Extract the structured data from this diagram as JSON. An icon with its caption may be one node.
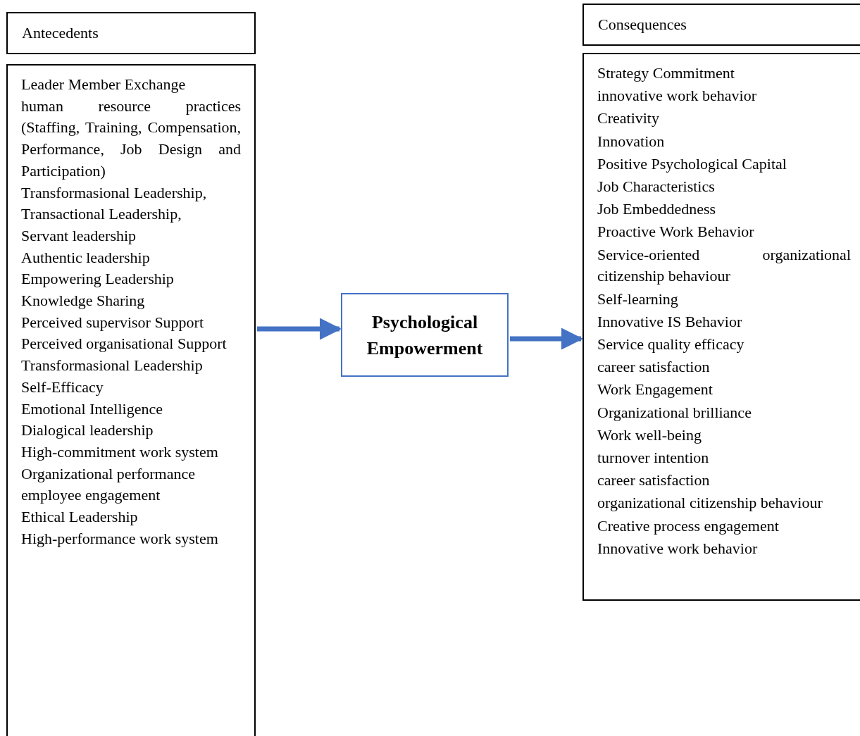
{
  "diagram": {
    "nodes": [
      {
        "text": [
          "Antecedents"
        ]
      },
      {
        "text": [
          "Leader Member Exchange",
          "human resource practices (Staffing, Training, Compensation, Performance, Job Design and Participation)",
          "Transformasional Leadership,",
          "Transactional Leadership,",
          "Servant leadership",
          "Authentic leadership",
          "Empowering Leadership",
          "Knowledge Sharing",
          "Perceived supervisor Support",
          "Perceived organisational Support",
          "Transformasional Leadership",
          "Self-Efficacy",
          "Emotional Intelligence",
          "Dialogical leadership",
          "High-commitment work system",
          "Organizational performance",
          "employee engagement",
          "Ethical Leadership",
          "High-performance work system"
        ]
      },
      {
        "text": [
          "Psychological Empowerment"
        ]
      },
      {
        "text": [
          "Consequences"
        ]
      },
      {
        "text": [
          "Strategy Commitment",
          "innovative work behavior",
          "Creativity",
          "Innovation",
          "Positive Psychological Capital",
          "Job Characteristics",
          "Job Embeddedness",
          "Proactive Work Behavior",
          "Service-oriented organizational citizenship behaviour",
          "Self-learning",
          "Innovative IS Behavior",
          "Service quality efficacy",
          "career satisfaction",
          "Work Engagement",
          "Organizational brilliance",
          "Work well-being",
          "turnover intention",
          "career satisfaction",
          "organizational citizenship behaviour",
          "Creative process engagement",
          "Innovative work behavior"
        ]
      }
    ],
    "edges": [
      {
        "from": 1,
        "to": 2,
        "arrow": "to"
      },
      {
        "from": 2,
        "to": 4,
        "arrow": "to"
      }
    ]
  }
}
